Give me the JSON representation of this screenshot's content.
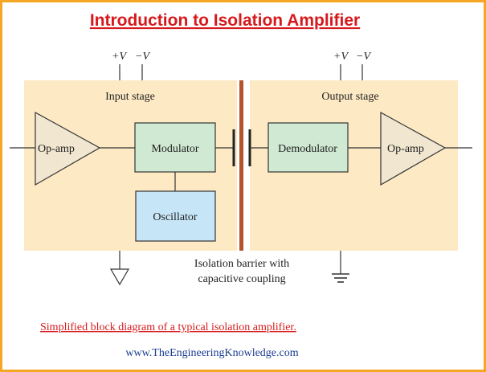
{
  "title": "Introduction to Isolation Amplifier",
  "input_stage": {
    "label": "Input stage",
    "supply_pos": "+V",
    "supply_neg": "−V",
    "opamp": "Op-amp",
    "modulator": "Modulator",
    "oscillator": "Oscillator"
  },
  "output_stage": {
    "label": "Output stage",
    "supply_pos": "+V",
    "supply_neg": "−V",
    "demodulator": "Demodulator",
    "opamp": "Op-amp"
  },
  "barrier": {
    "line1": "Isolation barrier with",
    "line2": "capacitive coupling"
  },
  "caption": "Simplified block diagram of a typical isolation amplifier.",
  "website": "www.TheEngineeringKnowledge.com",
  "colors": {
    "stage_bg": "#fde9c4",
    "block_green": "#cfe9d2",
    "block_blue": "#c6e6f7",
    "opamp_fill": "#f1e6d0",
    "barrier": "#b5532b",
    "frame": "#f5a623"
  }
}
